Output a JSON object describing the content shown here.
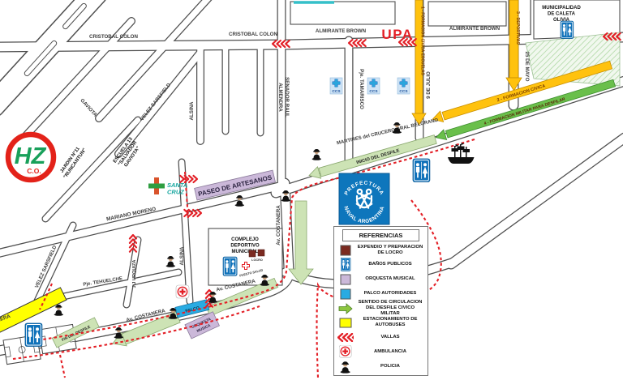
{
  "map": {
    "streets": {
      "cristobal_colon": "CRISTOBAL COLON",
      "almirante_brown": "ALMIRANTE BROWN",
      "gaviota": "GAVIOTA",
      "velez_sarsfield": "VELEZ SARSFIELD",
      "alsina": "ALSINA",
      "senador_l1": "SENADOR RAUL",
      "senador_l2": "ALMENDRA",
      "tamarisco": "Pje. TAMARISCO",
      "nueve_de_julio": "9 DE JULIO",
      "veinticinco_de_mayo": "25 DE MAYO",
      "martires": "MARTIRES del CRUCERO GRAL BELGRANO",
      "mariano_moreno": "MARIANO MORENO",
      "av_costanera": "Av. COSTANERA",
      "tehuelche": "Pje. TEHUELCHE",
      "urquiza": "J.J URQUIZA",
      "paseo_artesanos": "PASEO DE ARTESANOS"
    },
    "labels": {
      "upa": "UPA",
      "municipalidad_l1": "MUNICIPALIDAD",
      "municipalidad_l2": "DE CALETA",
      "municipalidad_l3": "OLIVIA",
      "jardin_l1": "JARDIN N°11",
      "jardin_l2": "\"RUNCANTUN\"",
      "escuela_l1": "ESCUELA 13",
      "escuela_l2": "\"SALVADOR",
      "escuela_l3": "GAVIOTA\"",
      "complejo_l1": "COMPLEJO",
      "complejo_l2": "DEPORTIVO",
      "complejo_l3": "MUNICIPAL",
      "puesto_salud": "PUESTO SALUD",
      "locro": "LOCRO",
      "ccs": "CCS",
      "hz": "HZ",
      "hz_sub": "C.O.",
      "santa_cruz_l1": "SANTA",
      "santa_cruz_l2": "CRUZ",
      "prefectura_top": "PREFECTURA",
      "prefectura_bottom": "NAVAL ARGENTINA"
    },
    "bars": {
      "f1": "1 - FORMACION CIVICA ESCUELAS",
      "f2": "2 - FORMACION CIVICA",
      "f3": "3 - DEPORTIVAS",
      "f4": "4 - FORMACION MILITAR PARA DESFILAR",
      "inicio": "INICIO DEL DESFILE",
      "fin": "FIN DEL DESFILE",
      "palco": "PALCO",
      "orquesta_l1": "ORQUESTA",
      "orquesta_l2": "MUSICA"
    }
  },
  "legend": {
    "title": "REFERENCIAS",
    "items": [
      {
        "icon": "locro-swatch",
        "color": "#7b2a20",
        "label": "EXPENDIO Y PREPARACION DE LOCRO"
      },
      {
        "icon": "banos-icon",
        "color": "#1072ba",
        "label": "BAÑOS PUBLICOS"
      },
      {
        "icon": "orquesta-swatch",
        "color": "#cbb8d9",
        "label": "ORQUESTA MUSICAL"
      },
      {
        "icon": "palco-swatch",
        "color": "#29abe2",
        "label": "PALCO AUTORIDADES"
      },
      {
        "icon": "sentido-arrow",
        "color": "#8dc63f",
        "label": "SENTIDO DE CIRCULACION DEL DESFILE CIVICO MILITAR"
      },
      {
        "icon": "estacionamiento-swatch",
        "color": "#ffff00",
        "label": "ESTACIONAMIENTO DE AUTOBUSES"
      },
      {
        "icon": "vallas-chevrons",
        "color": "#e31f26",
        "label": "VALLAS"
      },
      {
        "icon": "ambulancia-icon",
        "color": "#e31f26",
        "label": "AMBULANCIA"
      },
      {
        "icon": "policia-icon",
        "color": "#111111",
        "label": "POLICIA"
      }
    ]
  },
  "colors": {
    "accent_red": "#e31f26",
    "formation_yellow": "#ffc20e",
    "parade_green": "#6abf4b",
    "pale_green": "#cde3b5",
    "lavender": "#cbb8d9",
    "palco_blue": "#29abe2",
    "navy_blue": "#0e76bc",
    "locro_brown": "#7b2a20",
    "bus_yellow": "#ffff00",
    "road_line": "#4f4f4f"
  }
}
